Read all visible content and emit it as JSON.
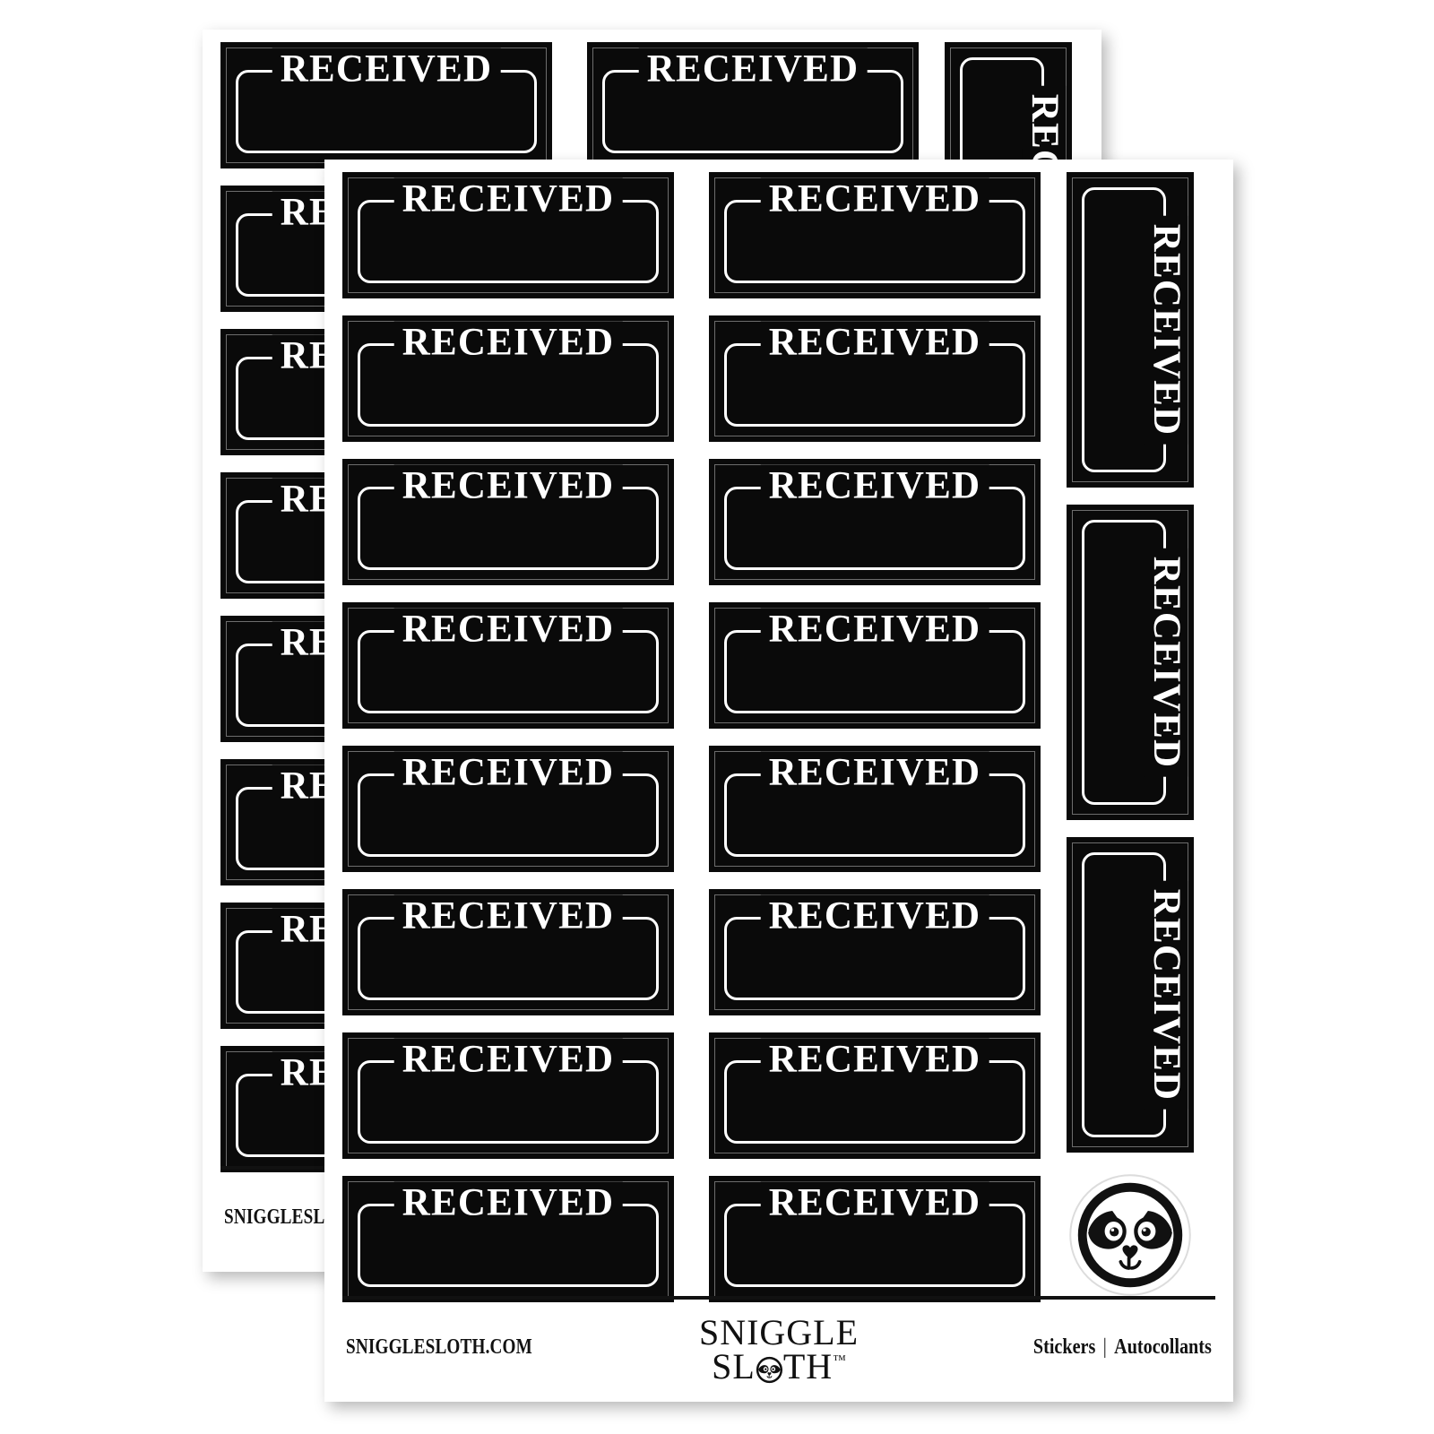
{
  "product": {
    "sticker_label": "RECEIVED",
    "sheet_count": 2,
    "colors": {
      "sticker_background": "#0a0a0a",
      "sticker_frame": "#ffffff",
      "sticker_hairline": "#6d6d6d",
      "sheet_background": "#ffffff",
      "page_background": "#ffffff",
      "text": "#111111"
    }
  },
  "sheet": {
    "horizontal_columns": [
      {
        "name": "left-column",
        "stickers": [
          {
            "label": "RECEIVED"
          },
          {
            "label": "RECEIVED"
          },
          {
            "label": "RECEIVED"
          },
          {
            "label": "RECEIVED"
          },
          {
            "label": "RECEIVED"
          },
          {
            "label": "RECEIVED"
          },
          {
            "label": "RECEIVED"
          },
          {
            "label": "RECEIVED"
          }
        ]
      },
      {
        "name": "right-column",
        "stickers": [
          {
            "label": "RECEIVED"
          },
          {
            "label": "RECEIVED"
          },
          {
            "label": "RECEIVED"
          },
          {
            "label": "RECEIVED"
          },
          {
            "label": "RECEIVED"
          },
          {
            "label": "RECEIVED"
          },
          {
            "label": "RECEIVED"
          },
          {
            "label": "RECEIVED"
          }
        ]
      }
    ],
    "vertical_column": {
      "name": "vertical-column",
      "stickers": [
        {
          "label": "RECEIVED"
        },
        {
          "label": "RECEIVED"
        },
        {
          "label": "RECEIVED"
        }
      ]
    },
    "logo_sticker": {
      "icon": "sloth-face-icon"
    },
    "footer": {
      "website": "SNIGGLESLOTH.COM",
      "brand_line1": "SNIGGLE",
      "brand_line2_before": "SL",
      "brand_line2_after": "TH",
      "brand_trademark": "™",
      "brand_o_icon": "sloth-face-icon",
      "category_en": "Stickers",
      "category_separator": "|",
      "category_fr": "Autocollants"
    }
  }
}
